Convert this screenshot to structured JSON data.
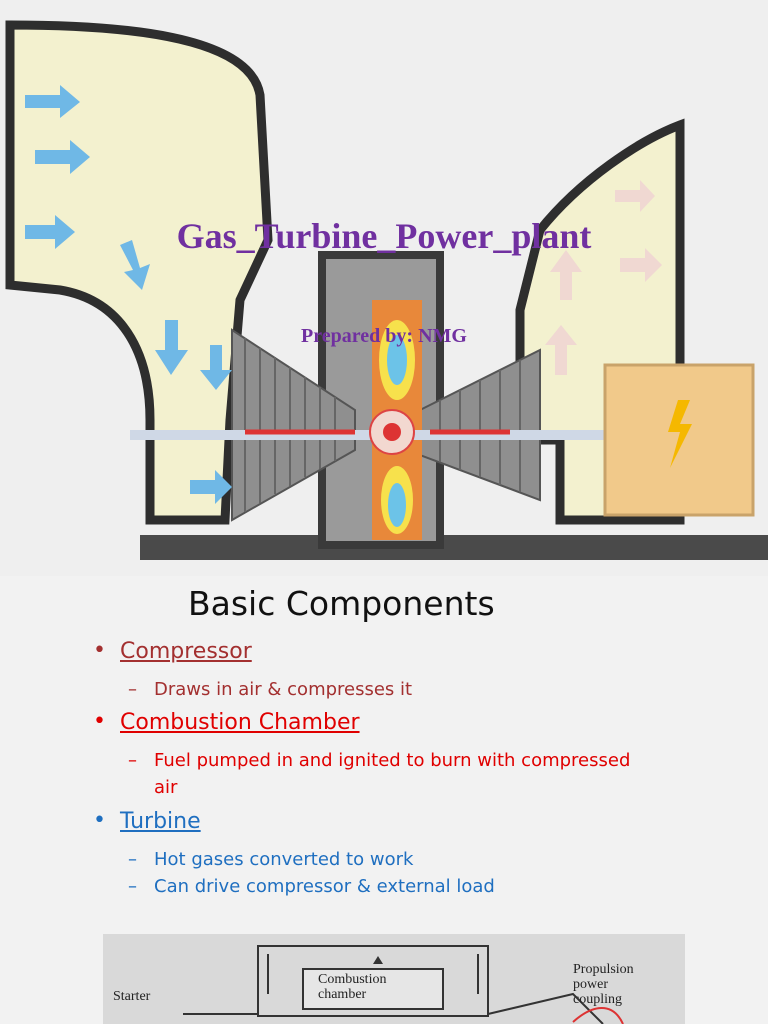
{
  "slide1": {
    "title": "Gas_Turbine_Power_plant",
    "subtitle": "Prepared by: NMG"
  },
  "slide2": {
    "heading": "Basic Components",
    "items": [
      {
        "label": "Compressor",
        "subs": [
          "Draws in air & compresses it"
        ],
        "color": "#a33030"
      },
      {
        "label": "Combustion Chamber",
        "subs": [
          "Fuel pumped in and ignited to burn with compressed",
          "air"
        ],
        "color": "#e00000"
      },
      {
        "label": "Turbine",
        "subs": [
          "Hot gases converted to work",
          "Can drive compressor & external load"
        ],
        "color": "#1f6fc0"
      }
    ],
    "bullet_char": "•",
    "dash_char": "–",
    "diagram_labels": {
      "starter": "Starter",
      "combustion": "Combustion\nchamber",
      "propulsion": "Propulsion\npower\ncoupling"
    }
  }
}
